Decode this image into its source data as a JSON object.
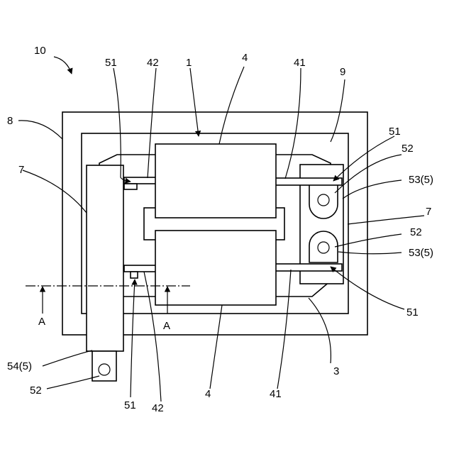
{
  "labels": {
    "fig": "10",
    "case_outer": "8",
    "case_inner": "9",
    "module": "1",
    "cap_top": "4",
    "cap_bottom": "4",
    "bus_top": "41",
    "bus_bottom": "41",
    "lead_top": "42",
    "lead_bottom": "42",
    "weld_top_left": "51",
    "weld_top_right": "51",
    "weld_bottom_left": "51",
    "weld_bottom_right": "51",
    "hole_top": "52",
    "hole_mid": "52",
    "hole_bottom": "52",
    "tab_top": "53(5)",
    "tab_mid": "53(5)",
    "tab_bottom": "54(5)",
    "holder_left": "7",
    "holder_right": "7",
    "base": "3",
    "section_left": "A",
    "section_right": "A"
  }
}
